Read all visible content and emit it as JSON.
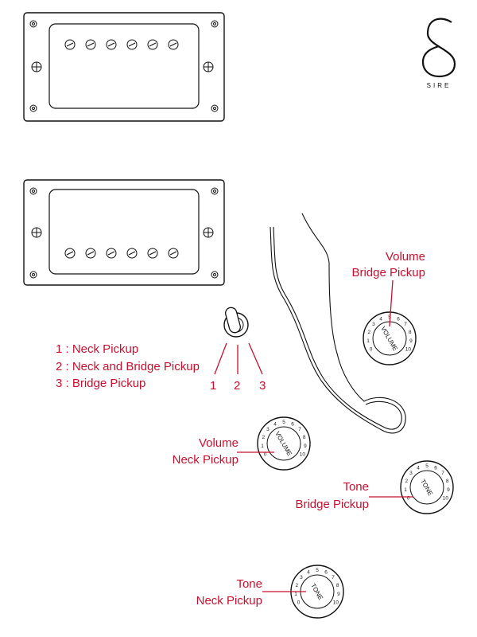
{
  "brand": {
    "name": "SIRE",
    "logo_glyph": "S"
  },
  "switch": {
    "legend": [
      "1 : Neck Pickup",
      "2 : Neck and Bridge Pickup",
      "3 : Bridge Pickup"
    ],
    "positions": [
      "1",
      "2",
      "3"
    ]
  },
  "knobs": {
    "volume_bridge": {
      "label_line1": "Volume",
      "label_line2": "Bridge Pickup",
      "face": "VOLUME"
    },
    "volume_neck": {
      "label_line1": "Volume",
      "label_line2": "Neck Pickup",
      "face": "VOLUME"
    },
    "tone_bridge": {
      "label_line1": "Tone",
      "label_line2": "Bridge Pickup",
      "face": "TONE"
    },
    "tone_neck": {
      "label_line1": "Tone",
      "label_line2": "Neck Pickup",
      "face": "TONE"
    }
  },
  "colors": {
    "label": "#c8102e",
    "line": "#111111"
  }
}
